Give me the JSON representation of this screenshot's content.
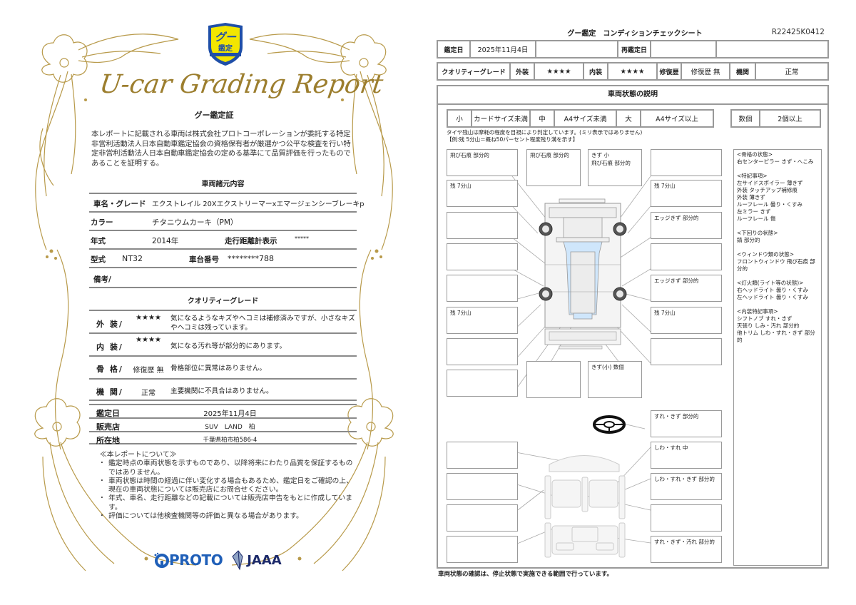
{
  "certificate": {
    "badge": {
      "line1": "グー",
      "line2": "鑑定"
    },
    "title": "U-car Grading Report",
    "subtitle": "グー鑑定証",
    "intro": "本レポートに記載される車両は株式会社プロトコーポレーションが委託する特定非営利活動法人日本自動車鑑定協会の資格保有者が厳選かつ公平な検査を行い特定非営利活動法人日本自動車鑑定協会の定める基準にて品質評価を行ったものであることを証明する。",
    "specs": {
      "section_title": "車両諸元内容",
      "name_grade_label": "車名・グレード",
      "name_grade_value": "エクストレイル 20Xエクストリーマーxエマージェンシーブレーキp",
      "color_label": "カラー",
      "color_value": "チタニウムカーキ（PM）",
      "year_label": "年式",
      "year_value": "2014年",
      "mileage_label": "走行距離計表示",
      "mileage_value": "*****",
      "model_label": "型式",
      "model_value": "NT32",
      "chassis_label": "車台番号",
      "chassis_value": "********788",
      "remarks_label": "備考/"
    },
    "quality": {
      "section_title": "クオリティーグレード",
      "rows": [
        {
          "label": "外 装/",
          "value": "★★★★",
          "desc": "気になるようなキズやヘコミは補修済みですが、小さなキズやヘコミは残っています。"
        },
        {
          "label": "内 装/",
          "value": "★★★★",
          "desc": "気になる汚れ等が部分的にあります。"
        },
        {
          "label": "骨 格/",
          "value": "修復歴 無",
          "desc": "骨格部位に異常はありません。"
        },
        {
          "label": "機 関/",
          "value": "正常",
          "desc": "主要機関に不具合はありません。"
        }
      ]
    },
    "info": {
      "date_label": "鑑定日",
      "date_value": "2025年11月4日",
      "shop_label": "販売店",
      "shop_value": "SUV　LAND　柏",
      "address_label": "所在地",
      "address_value": "千葉県柏市柏586-4"
    },
    "notes": {
      "heading": "≪本レポートについて≫",
      "items": [
        "鑑定時点の車両状態を示すものであり、以降将来にわたり品質を保証するものではありません。",
        "車両状態は時間の経過に伴い変化する場合もあるため、鑑定日をご確認の上、現在の車両状態については販売店にお問合せください。",
        "年式、車名、走行距離などの記載については販売店申告をもとに作成しています。",
        "評価については他検査機関等の評価と異なる場合があります。"
      ]
    },
    "logos": {
      "proto": "PROTO",
      "jaaa": "JAAA"
    }
  },
  "sheet": {
    "title": "グー鑑定　コンディションチェックシート",
    "report_id": "R22425K0412",
    "row1": {
      "date_label": "鑑定日",
      "date_value": "2025年11月4日",
      "blank1": "",
      "reinspect_label": "再鑑定日",
      "reinspect_value": "",
      "blank2": ""
    },
    "row2": {
      "grade_label": "クオリティーグレード",
      "exterior_label": "外装",
      "exterior_value": "★★★★",
      "interior_label": "内装",
      "interior_value": "★★★★",
      "repair_label": "修復歴",
      "repair_value": "修復歴 無",
      "engine_label": "機関",
      "engine_value": "正常"
    },
    "state_title": "車両状態の説明",
    "legend": {
      "small": "小",
      "small_desc": "カードサイズ未満",
      "medium": "中",
      "medium_desc": "A4サイズ未満",
      "large": "大",
      "large_desc": "A4サイズ以上",
      "several": "数個",
      "several_desc": "2個以上"
    },
    "tire_note_1": "タイヤ残山は摩耗の程度を目視により判定しています。(ミリ表示ではありません)",
    "tire_note_2": "【例:残 5分山＝概ね50パーセント程度残り溝を示す】",
    "exterior_boxes": {
      "top_left": "飛び石痕 部分的",
      "top_mid1": "飛び石痕 部分的",
      "top_mid2": "きず 小\n飛び石痕 部分的",
      "top_right": "",
      "left_1": "残 7分山",
      "left_2": "",
      "left_3": "",
      "left_4": "",
      "left_5": "残 7分山",
      "left_6": "",
      "left_7": "",
      "right_1": "残 7分山",
      "right_2": "エッジきず 部分的",
      "right_3": "",
      "right_4": "エッジきず 部分的",
      "right_5": "残 7分山",
      "right_6": "",
      "bottom_mid1": "",
      "bottom_mid2": "きず(小) 数個"
    },
    "interior_boxes": {
      "steering": "すれ・きず 部分的",
      "right_1": "しわ・すれ 中",
      "right_2": "しわ・すれ・きず 部分的",
      "right_3": "",
      "right_4": "すれ・きず・汚れ 部分的",
      "left_1": "",
      "left_2": "",
      "left_3": "",
      "left_4": ""
    },
    "remarks": "<骨格の状態>\n右センターピラー きず・へこみ\n\n<特記事項>\n左サイドスポイラー 薄きず\n外装 タッチアップ補修痕\n外装 薄きず\nルーフレール 曇り・くすみ\n左ミラー きず\nルーフレール 傷\n\n<下回りの状態>\n錆 部分的\n\n<ウィンドウ類の状態>\nフロントウィンドウ 飛び石痕 部分的\n\n<灯火類(ライト等の状態)>\n右ヘッドライト 曇り・くすみ\n左ヘッドライト 曇り・くすみ\n\n<内装特記事項>\nシフトノブ すれ・きず\n天張り しみ・汚れ 部分的\n他トリム しわ・すれ・きず 部分的",
    "footer": "車両状態の確認は、停止状態で実施できる範囲で行っています。"
  },
  "colors": {
    "gold": "#9c7e2e",
    "border_gray": "#999999",
    "glass_blue": "#cfe6fb",
    "proto_blue": "#1f5fb8",
    "jaaa_navy": "#1c2a6a",
    "badge_yellow": "#f3e600"
  }
}
